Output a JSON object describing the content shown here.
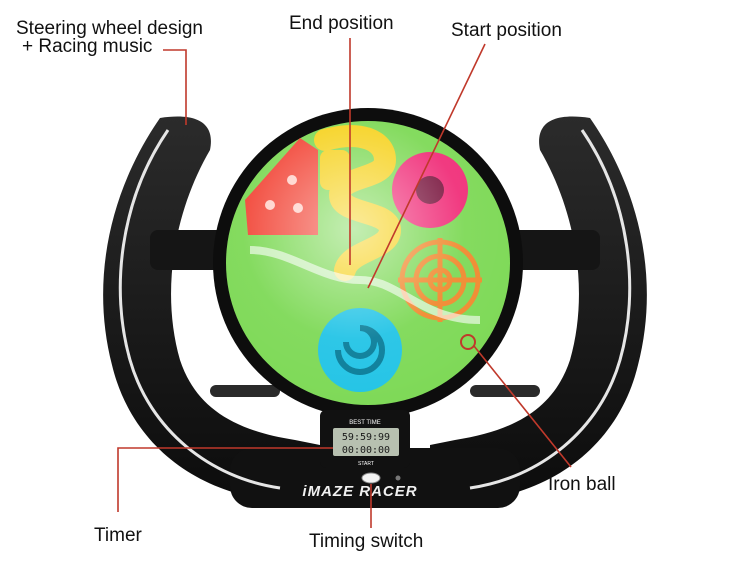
{
  "callouts": {
    "steering_line1": "Steering wheel design",
    "steering_line2": "+ Racing music",
    "end_position": "End position",
    "start_position": "Start position",
    "iron_ball": "Iron ball",
    "timer": "Timer",
    "timing_switch": "Timing switch"
  },
  "device": {
    "brand_text": "iMAZE RACER",
    "display_header": "BEST TIME",
    "display_top": "59:59:99",
    "display_bottom": "00:00:00",
    "start_label": "START"
  },
  "colors": {
    "wheel": "#141414",
    "wheel_stripe": "#e6e6e6",
    "callout_line": "#c0392b",
    "maze_green": "#7ed957",
    "maze_yellow": "#f6d21f",
    "maze_pink": "#f0307a",
    "maze_red": "#f2483a",
    "maze_cyan": "#23c4e6",
    "maze_orange": "#f08a30"
  }
}
